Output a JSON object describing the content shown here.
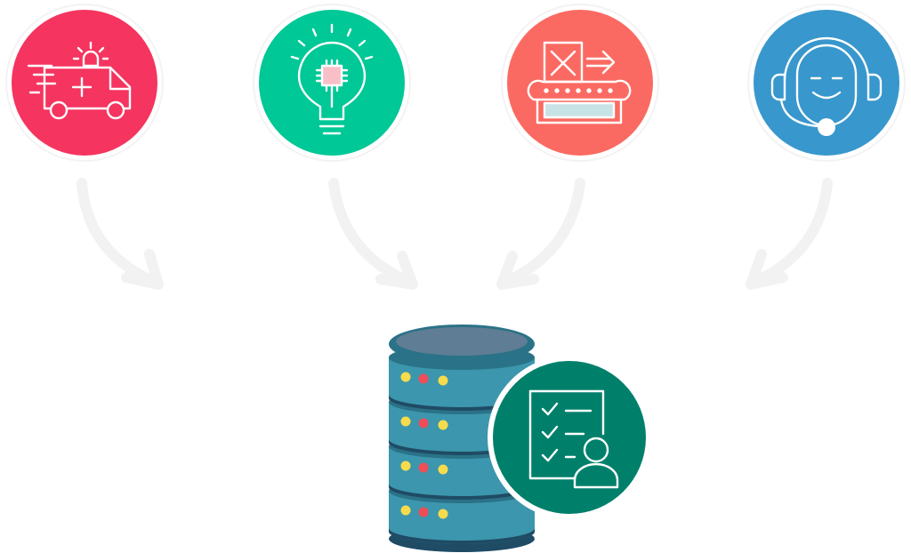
{
  "colors": {
    "emergency": "#f5345f",
    "innovation": "#00c896",
    "manufacturing": "#fb6a62",
    "support": "#3897cc",
    "server_top": "#5f7d94",
    "server_body": "#3c96ad",
    "server_ring": "#2a7287",
    "server_dark": "#1f4b65",
    "led_yellow": "#f6dc4d",
    "led_red": "#ef4e58",
    "checklist_badge": "#00806b",
    "arrow": "#f2f2f2"
  },
  "icons": [
    {
      "name": "ambulance-icon",
      "theme": "emergency"
    },
    {
      "name": "lightbulb-chip-icon",
      "theme": "innovation"
    },
    {
      "name": "conveyor-belt-icon",
      "theme": "manufacturing"
    },
    {
      "name": "headset-support-icon",
      "theme": "support"
    }
  ],
  "center": {
    "database": "database-server-icon",
    "badge": "checklist-user-icon"
  }
}
